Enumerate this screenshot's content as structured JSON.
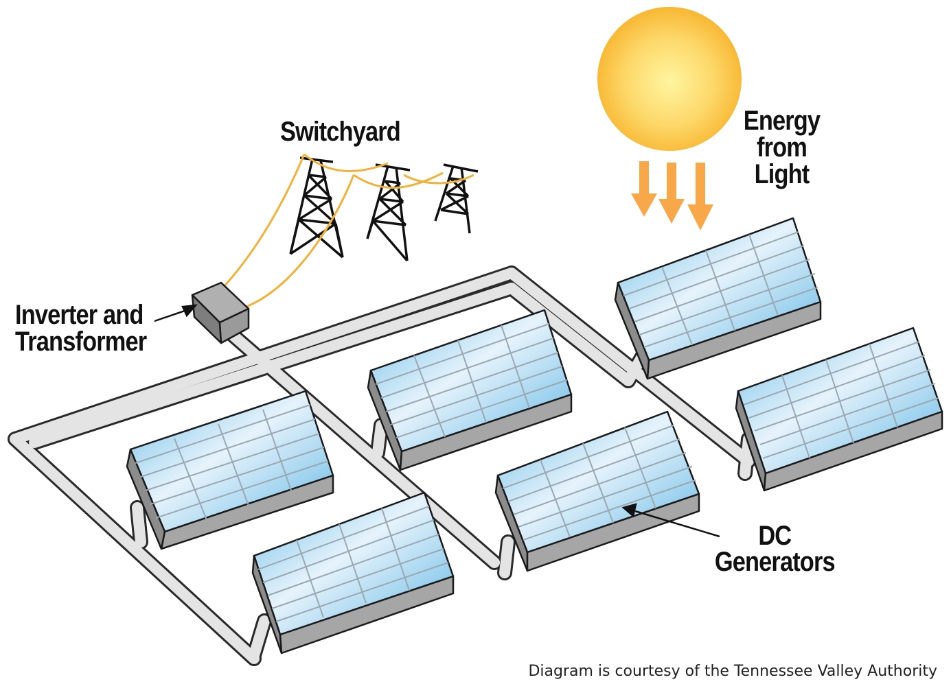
{
  "labels": {
    "switchyard": "Switchyard",
    "energy_line1": "Energy",
    "energy_line2": "from",
    "energy_line3": "Light",
    "inverter_line1": "Inverter and",
    "inverter_line2": "Transformer",
    "dc_line1": "DC",
    "dc_line2": "Generators"
  },
  "credit": "Diagram is courtesy of the Tennessee Valley Authority",
  "colors": {
    "sun_center": "#fff5a0",
    "sun_edge": "#f7b32b",
    "arrow": "#f8a848",
    "panel_light": "#e6f3fb",
    "panel_dark": "#6fbfe8",
    "frame": "#dcdcdc",
    "wire": "#f2b23a",
    "inverter_box": "#9a9a9a"
  }
}
